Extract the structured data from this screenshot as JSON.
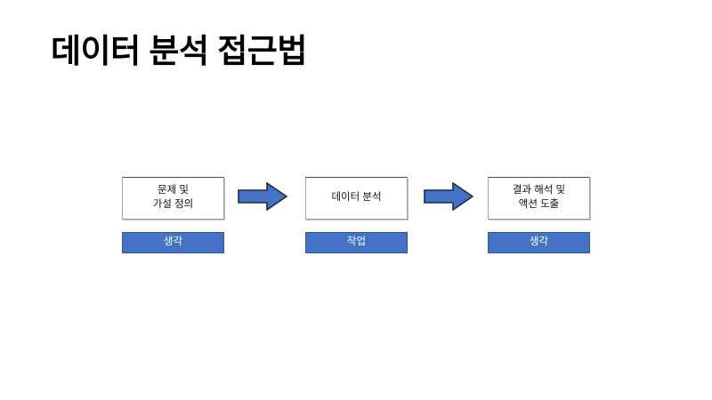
{
  "slide": {
    "title": "데이터 분석 접근법",
    "background_color": "#ffffff",
    "title_color": "#000000"
  },
  "theme": {
    "accent_blue": "#4472c4",
    "accent_blue_dark": "#31569e",
    "box_border": "#9aa3b0",
    "box_fill": "#ffffff",
    "label_text_color": "#ffffff",
    "box_text_color": "#111111"
  },
  "diagram": {
    "type": "process-flow",
    "direction": "left-to-right",
    "stages": [
      {
        "id": "stage-1",
        "box_text": "문제 및\n가설 정의",
        "label_text": "생각"
      },
      {
        "id": "stage-2",
        "box_text": "데이터 분석",
        "label_text": "작업"
      },
      {
        "id": "stage-3",
        "box_text": "결과 해석 및\n액션 도출",
        "label_text": "생각"
      }
    ],
    "connectors": [
      {
        "id": "arrow-1",
        "icon": "right-block-arrow-icon",
        "from": "stage-1",
        "to": "stage-2"
      },
      {
        "id": "arrow-2",
        "icon": "right-block-arrow-icon",
        "from": "stage-2",
        "to": "stage-3"
      }
    ]
  }
}
